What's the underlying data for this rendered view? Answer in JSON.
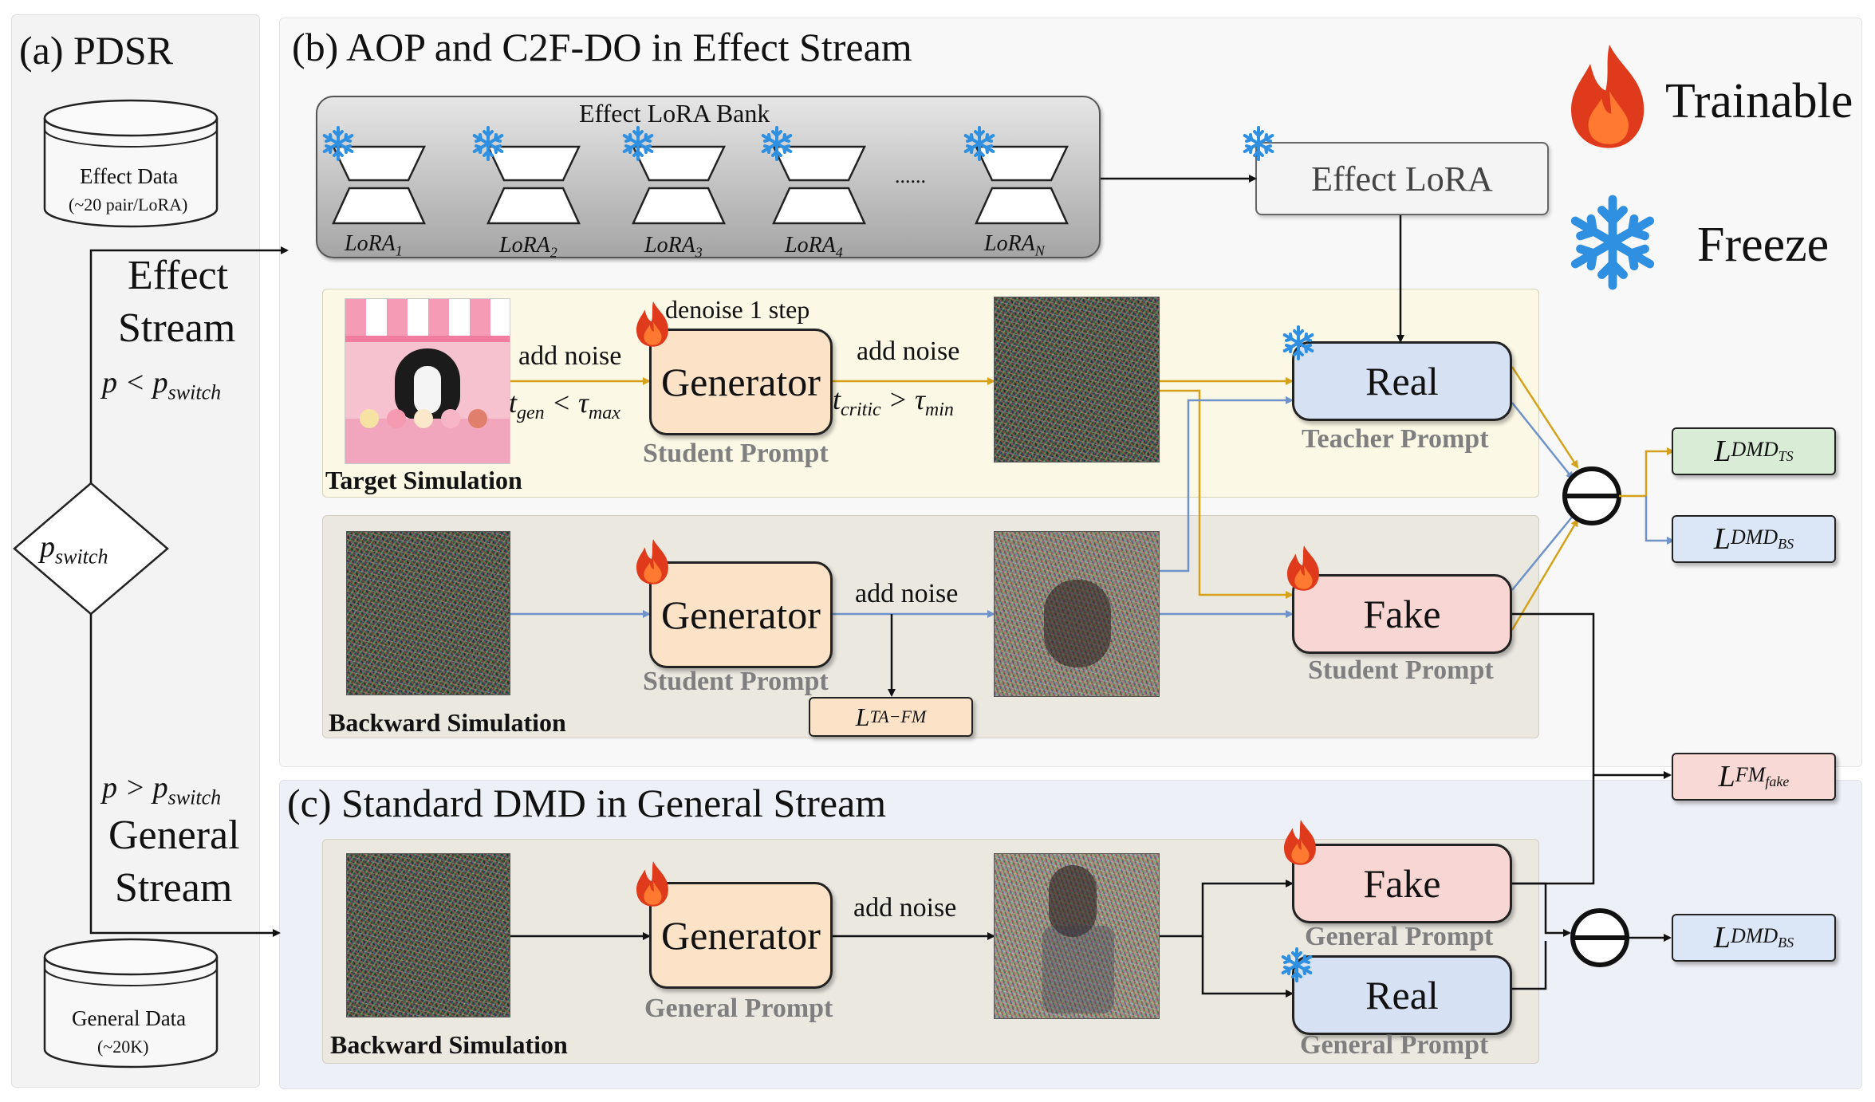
{
  "pdsr": {
    "title": "(a) PDSR",
    "effect_data": {
      "name": "Effect Data",
      "count": "(~20 pair/LoRA)"
    },
    "general_data": {
      "name": "General Data",
      "count": "(~20K)"
    },
    "effect_stream": {
      "line1": "Effect",
      "line2": "Stream",
      "condition": "p < p",
      "condition_sub": "switch"
    },
    "general_stream": {
      "line1": "General",
      "line2": "Stream",
      "condition": "p > p",
      "condition_sub": "switch"
    },
    "decision": {
      "label": "p",
      "sub": "switch"
    }
  },
  "effect_panel": {
    "title": "(b) AOP and C2F-DO in Effect Stream",
    "lora_bank": {
      "title": "Effect LoRA Bank",
      "items": [
        {
          "label": "LoRA",
          "sub": "1"
        },
        {
          "label": "LoRA",
          "sub": "2"
        },
        {
          "label": "LoRA",
          "sub": "3"
        },
        {
          "label": "LoRA",
          "sub": "4"
        },
        {
          "label": "LoRA",
          "sub": "N"
        }
      ],
      "ellipsis": "......"
    },
    "effect_lora": "Effect LoRA",
    "target_sim": {
      "label": "Target Simulation",
      "add_noise_1": "add noise",
      "t_gen": "t",
      "t_gen_sub": "gen",
      "t_gen_rel": " < τ",
      "t_gen_rel_sub": "max",
      "denoise": "denoise 1 step",
      "generator": "Generator",
      "student_prompt": "Student Prompt",
      "add_noise_2": "add noise",
      "t_critic": "t",
      "t_critic_sub": "critic",
      "t_critic_rel": " > τ",
      "t_critic_rel_sub": "min",
      "real": "Real",
      "teacher_prompt": "Teacher Prompt"
    },
    "backward_sim": {
      "label": "Backward Simulation",
      "generator": "Generator",
      "student_prompt": "Student Prompt",
      "add_noise": "add noise",
      "loss_ta": "L",
      "loss_ta_sub": "TA−FM",
      "fake": "Fake",
      "fake_prompt": "Student Prompt"
    },
    "losses": {
      "dmd_ts": {
        "main": "L",
        "sub": "DMD",
        "subsub": "TS"
      },
      "dmd_bs": {
        "main": "L",
        "sub": "DMD",
        "subsub": "BS"
      }
    }
  },
  "general_panel": {
    "title": "(c) Standard DMD in General Stream",
    "backward_sim": "Backward Simulation",
    "generator": "Generator",
    "general_prompt": "General Prompt",
    "add_noise": "add noise",
    "fake": "Fake",
    "fake_prompt": "General Prompt",
    "real": "Real",
    "real_prompt": "General Prompt",
    "loss_fm": {
      "main": "L",
      "sub": "FM",
      "subsub": "fake"
    },
    "loss_dmd": {
      "main": "L",
      "sub": "DMD",
      "subsub": "BS"
    }
  },
  "legend": {
    "trainable": "Trainable",
    "freeze": "Freeze"
  },
  "colors": {
    "gold_arrow": "#d4a21a",
    "blue_arrow": "#6f92c8",
    "generator_fill": "#fce3c8",
    "real_fill": "#d6e1f4",
    "fake_fill": "#f8d6d4",
    "loss_ts_fill": "#d9ecd5",
    "loss_blue_fill": "#dbe6f6",
    "loss_fm_fill": "#f8d9d6",
    "target_bg": "#fcf8e6",
    "backward_bg": "#ebe8e0",
    "flame": "#e03a1c",
    "snow": "#2f8fe0"
  }
}
